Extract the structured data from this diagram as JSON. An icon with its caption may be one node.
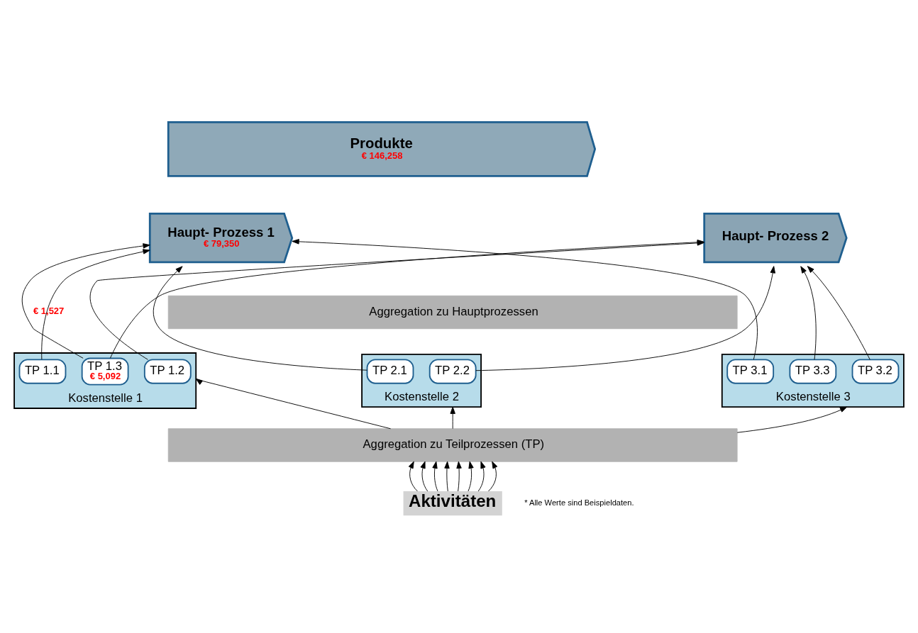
{
  "diagram": {
    "nodes": [
      {
        "text": [
          "Produkte",
          "€ 146,258"
        ]
      },
      {
        "text": [
          "Haupt- Prozess 1",
          "€ 79,350"
        ]
      },
      {
        "text": [
          "Haupt- Prozess 2"
        ]
      },
      {
        "text": [
          "Aggregation zu Hauptprozessen"
        ]
      },
      {
        "text": [
          "Kostenstelle 1"
        ]
      },
      {
        "text": [
          "TP 1.1"
        ],
        "in": 4
      },
      {
        "text": [
          "TP 1.2"
        ],
        "in": 4
      },
      {
        "text": [
          "TP 1.3",
          "€ 5,092"
        ],
        "in": 4
      },
      {
        "text": [
          "Kostenstelle 2"
        ]
      },
      {
        "text": [
          "TP 2.1"
        ],
        "in": 8
      },
      {
        "text": [
          "TP 2.2"
        ],
        "in": 8
      },
      {
        "text": [
          "Kostenstelle 3"
        ]
      },
      {
        "text": [
          "TP 3.1"
        ],
        "in": 11
      },
      {
        "text": [
          "TP 3.2"
        ],
        "in": 11
      },
      {
        "text": [
          "TP 3.3"
        ],
        "in": 11
      },
      {
        "text": [
          "Aggregation zu Teilprozessen (TP)"
        ]
      },
      {
        "text": [
          "Aktivitäten"
        ]
      }
    ],
    "edges": [
      {
        "from": 5,
        "to": 1,
        "arrow": "to"
      },
      {
        "from": 6,
        "to": 2,
        "arrow": "to"
      },
      {
        "from": 7,
        "to": 1,
        "arrow": "to",
        "label": "€ 1,527"
      },
      {
        "from": 7,
        "to": 2,
        "arrow": "to"
      },
      {
        "from": 9,
        "to": 1,
        "arrow": "to"
      },
      {
        "from": 10,
        "to": 2,
        "arrow": "to"
      },
      {
        "from": 12,
        "to": 1,
        "arrow": "to"
      },
      {
        "from": 13,
        "to": 2,
        "arrow": "to"
      },
      {
        "from": 14,
        "to": 2,
        "arrow": "to"
      },
      {
        "from": 15,
        "to": 4,
        "arrow": "to"
      },
      {
        "from": 15,
        "to": 8,
        "arrow": "to"
      },
      {
        "from": 15,
        "to": 11,
        "arrow": "to"
      },
      {
        "from": 16,
        "to": 15,
        "arrow": "to"
      },
      {
        "from": 16,
        "to": 15,
        "arrow": "to"
      },
      {
        "from": 16,
        "to": 15,
        "arrow": "to"
      },
      {
        "from": 16,
        "to": 15,
        "arrow": "to"
      },
      {
        "from": 16,
        "to": 15,
        "arrow": "to"
      },
      {
        "from": 16,
        "to": 15,
        "arrow": "to"
      },
      {
        "from": 16,
        "to": 15,
        "arrow": "to"
      },
      {
        "from": 16,
        "to": 15,
        "arrow": "to"
      }
    ],
    "labels": [
      "* Alle Werte sind Beispieldaten."
    ]
  }
}
